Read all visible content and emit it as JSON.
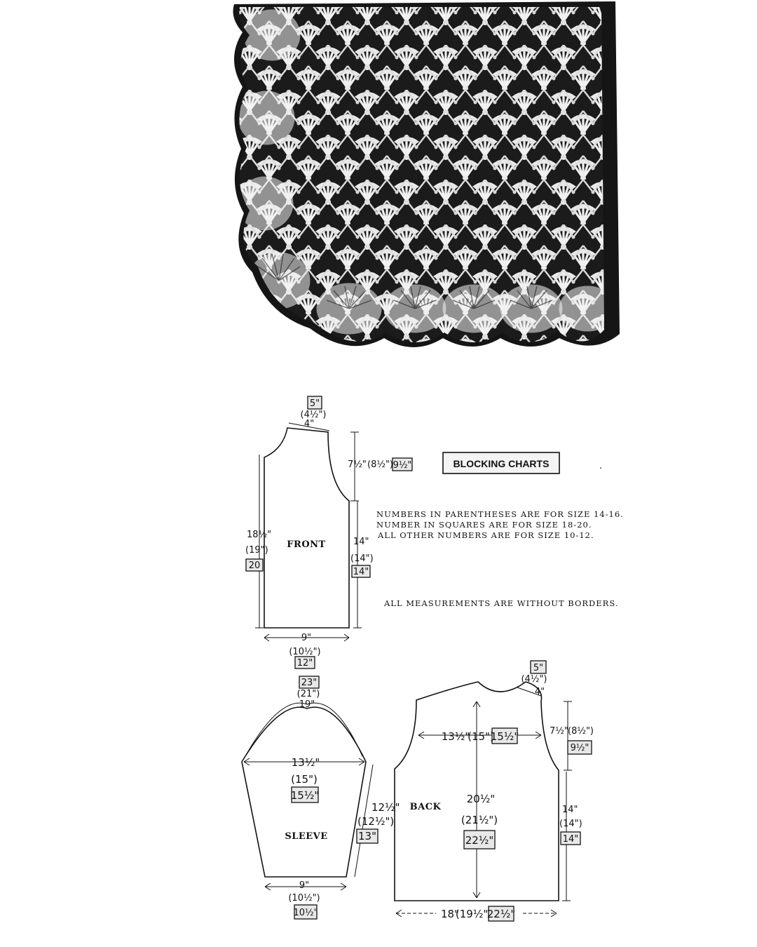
{
  "blocking_title": "BLOCKING CHARTS",
  "notes": [
    "NUMBERS IN PARENTHESES ARE FOR SIZE 14-16.",
    "NUMBER IN SQUARES ARE FOR SIZE 18-20.",
    "ALL OTHER NUMBERS ARE FOR SIZE 10-12."
  ],
  "borders_note": "ALL MEASUREMENTS ARE WITHOUT BORDERS.",
  "front": {
    "label": "FRONT",
    "neck": {
      "boxed": "5\"",
      "paren": "(4½\")",
      "plain": "4\""
    },
    "armhole": {
      "plain": "7½\"",
      "paren": "(8½\")",
      "boxed": "9½\""
    },
    "length": {
      "plain": "18½\"",
      "paren": "(19\")",
      "boxed": "20"
    },
    "side": {
      "plain": "14\"",
      "paren": "(14\")",
      "boxed": "14\""
    },
    "width": {
      "plain": "9\"",
      "paren": "(10½\")",
      "boxed": "12\""
    }
  },
  "sleeve": {
    "label": "SLEEVE",
    "cap": {
      "boxed": "23\"",
      "paren": "(21\")",
      "plain": "19\""
    },
    "upper": {
      "plain": "13½\"",
      "paren": "(15\")",
      "boxed": "15½\""
    },
    "length": {
      "plain": "12½\"",
      "paren": "(12½\")",
      "boxed": "13\""
    },
    "cuff": {
      "plain": "9\"",
      "paren": "(10½\")",
      "boxed": "10½\""
    }
  },
  "back": {
    "label": "BACK",
    "neck": {
      "boxed": "5\"",
      "paren": "(4½\")",
      "plain": "4\""
    },
    "shoulder": {
      "plain": "13½\"",
      "paren": "(15\")",
      "boxed": "15½\""
    },
    "armhole": {
      "plain": "7½\"",
      "paren": "(8½\")",
      "boxed": "9½\""
    },
    "length": {
      "plain": "20½\"",
      "paren": "(21½\")",
      "boxed": "22½\""
    },
    "side": {
      "plain": "14\"",
      "paren": "(14\")",
      "boxed": "14\""
    },
    "width": {
      "plain": "18\"",
      "paren": "(19½\")",
      "boxed": "22½\""
    }
  },
  "colors": {
    "ink": "#111111",
    "box_fill": "#e8e8e8",
    "lace": "#f2f2f2",
    "ground": "#1a1a1a"
  }
}
